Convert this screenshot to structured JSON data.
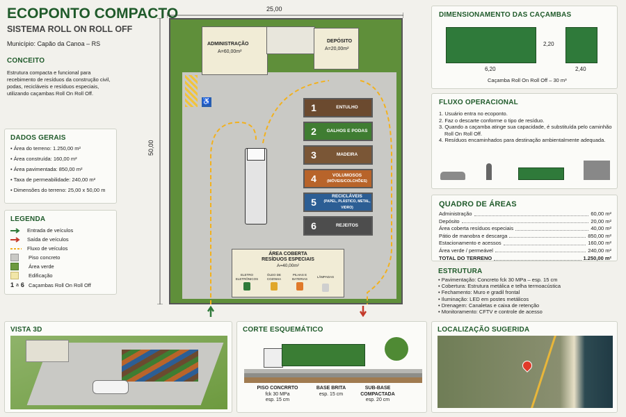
{
  "header": {
    "title": "ECOPONTO COMPACTO",
    "subtitle": "SISTEMA ROLL ON ROLL OFF",
    "municipio": "Município: Capão da Canoa – RS"
  },
  "conceito": {
    "title": "CONCEITO",
    "text": "Estrutura compacta e funcional para recebimento de resíduos da construção civil, podas, recicláveis e resíduos especiais, utilizando caçambas Roll On Roll Off."
  },
  "dados_gerais": {
    "title": "DADOS GERAIS",
    "items": [
      "• Área do terreno: 1.250,00 m²",
      "• Área construída: 160,00 m²",
      "• Área pavimentada: 850,00 m²",
      "• Taxa de permeabilidade: 240,00 m²",
      "• Dimensões do terreno: 25,00 x 50,00 m"
    ]
  },
  "legenda": {
    "title": "LEGENDA",
    "items": [
      {
        "label": "Entrada de veículos",
        "icon": "green-arrow-icon"
      },
      {
        "label": "Saída de veículos",
        "icon": "red-arrow-icon"
      },
      {
        "label": "Fluxo de veículos",
        "icon": "dashed-line-icon"
      },
      {
        "label": "Piso concreto",
        "icon": "concrete-swatch-icon"
      },
      {
        "label": "Área verde",
        "icon": "green-swatch-icon"
      },
      {
        "label": "Edificação",
        "icon": "building-swatch-icon"
      }
    ],
    "range_a": "1",
    "range_mid": "a",
    "range_b": "6",
    "range_label": "Caçambas Roll On Roll Off"
  },
  "plan": {
    "dim_width": "25,00",
    "dim_height": "50,00",
    "admin": "ADMINISTRAÇÃO",
    "admin_area": "A=60,00m²",
    "deposito": "DEPÓSITO",
    "deposito_area": "A=20,00m²",
    "bins": [
      {
        "num": "1",
        "label": "ENTULHO",
        "sub": "",
        "color": "#6b4a2f"
      },
      {
        "num": "2",
        "label": "GALHOS E PODAS",
        "sub": "",
        "color": "#3f7d32"
      },
      {
        "num": "3",
        "label": "MADEIRA",
        "sub": "",
        "color": "#7a5636"
      },
      {
        "num": "4",
        "label": "VOLUMOSOS",
        "sub": "(MÓVEIS/COLCHÕES)",
        "color": "#b8642a"
      },
      {
        "num": "5",
        "label": "RECICLÁVEIS",
        "sub": "(PAPEL, PLÁSTICO, METAL, VIDRO)",
        "color": "#2c5e94"
      },
      {
        "num": "6",
        "label": "REJEITOS",
        "sub": "",
        "color": "#4d4d4d"
      }
    ],
    "coberta_title": "ÁREA COBERTA",
    "coberta_sub": "RESÍDUOS ESPECIAIS",
    "coberta_area": "A=40,00m²",
    "especiais": [
      {
        "label": "ELETRO ELETRÔNICOS",
        "color": "#2f7a3a"
      },
      {
        "label": "ÓLEO DE COZINHA",
        "color": "#e0a72a"
      },
      {
        "label": "PILHAS E BATERIAS",
        "color": "#e07a2a"
      },
      {
        "label": "LÂMPADAS",
        "color": "#cfcfcf"
      }
    ]
  },
  "dimensionamento": {
    "title": "DIMENSIONAMENTO DAS CAÇAMBAS",
    "length": "6,20",
    "height": "2,20",
    "width": "2,40",
    "caption": "Caçamba Roll On Roll Off – 30 m³"
  },
  "fluxo": {
    "title": "FLUXO OPERACIONAL",
    "steps": [
      "1. Usuário entra no ecoponto.",
      "2. Faz o descarte conforme o tipo de resíduo.",
      "3. Quando a caçamba atinge sua capacidade, é substituída pelo caminhão Roll On Roll Off.",
      "4. Resíduos encaminhados para destinação ambientalmente adequada."
    ]
  },
  "quadro": {
    "title": "QUADRO DE ÁREAS",
    "rows": [
      {
        "name": "Administração",
        "value": "60,00 m²"
      },
      {
        "name": "Depósito",
        "value": "20,00 m²"
      },
      {
        "name": "Área coberta resíduos especiais",
        "value": "40,00 m²"
      },
      {
        "name": "Pátio de manobra e descarga",
        "value": "850,00 m²"
      },
      {
        "name": "Estacionamento e acessos",
        "value": "160,00 m²"
      },
      {
        "name": "Área verde / permeável",
        "value": "240,00 m²"
      }
    ],
    "total_name": "TOTAL DO TERRENO",
    "total_value": "1.250,00 m²"
  },
  "estrutura": {
    "title": "ESTRUTURA",
    "items": [
      "• Pavimentação: Concreto fck 30 MPa – esp. 15 cm",
      "• Cobertura: Estrutura metálica e telha termoacústica",
      "• Fechamento: Muro e gradil frontal",
      "• Iluminação: LED em postes metálicos",
      "• Drenagem: Canaletas e caixa de retenção",
      "• Monitoramento: CFTV e controle de acesso"
    ]
  },
  "vista3d": {
    "title": "VISTA 3D"
  },
  "corte": {
    "title": "CORTE ESQUEMÁTICO",
    "l1": "PISO CONCRRTO",
    "l1b": "fck 30 MPa",
    "l1c": "esp. 15 cm",
    "l2": "BASE BRITA",
    "l2b": "esp. 15 cm",
    "l3": "SUB-BASE",
    "l3b": "COMPACTADA",
    "l3c": "esp. 20 cm"
  },
  "localizacao": {
    "title": "LOCALIZAÇÃO SUGERIDA"
  },
  "colors": {
    "accent": "#1f5a2a",
    "concrete": "#c9c9c5",
    "grass": "#6d9a3f",
    "building": "#f1ecd6",
    "flow": "#f2b11e"
  }
}
